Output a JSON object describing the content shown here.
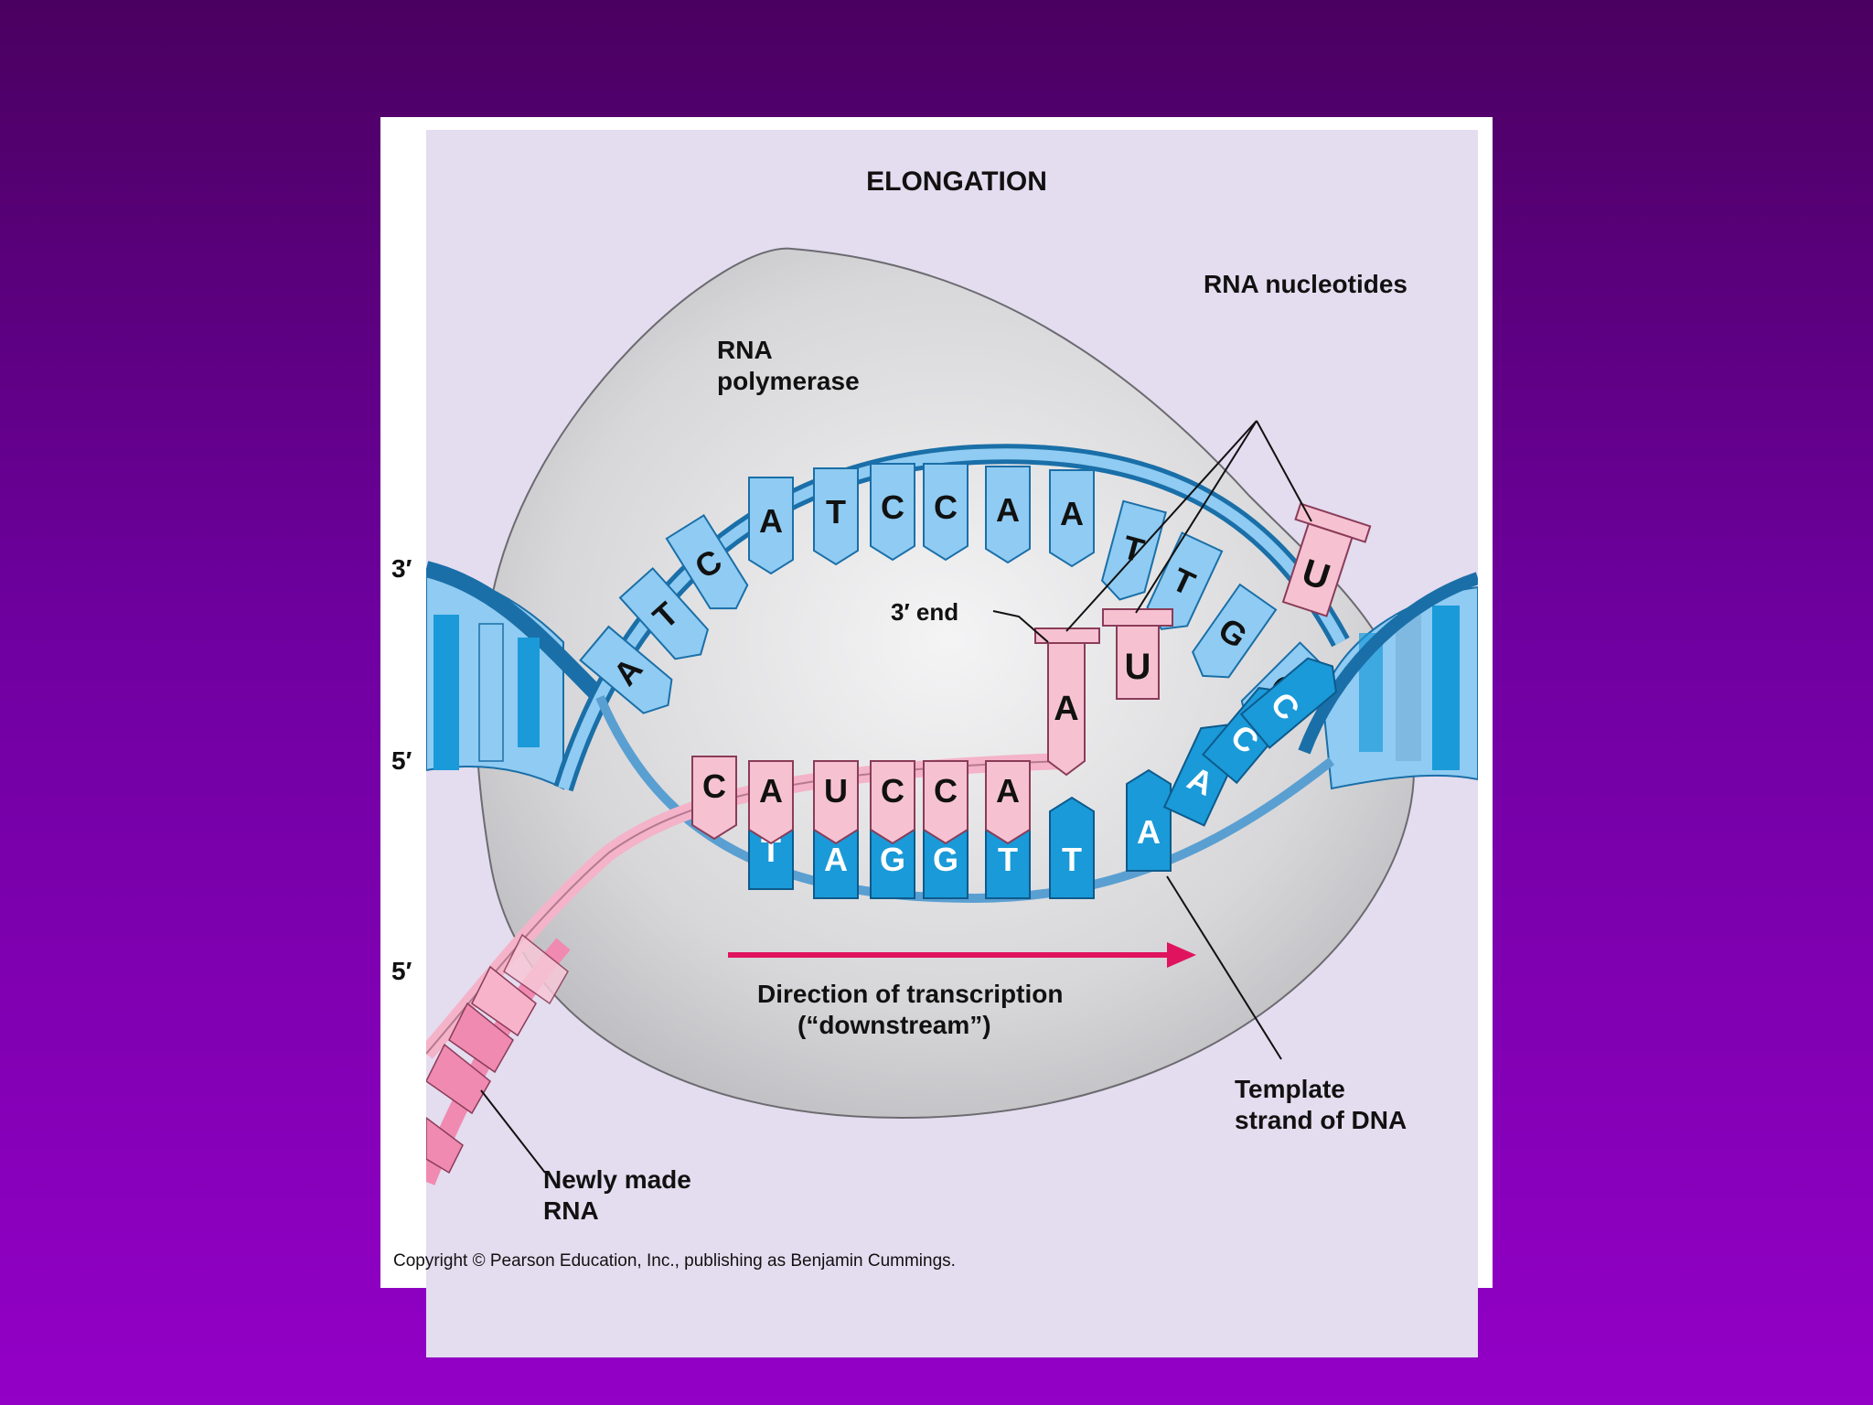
{
  "title": "ELONGATION",
  "labels": {
    "rna_polymerase_line1": "RNA",
    "rna_polymerase_line2": "polymerase",
    "rna_nucleotides": "RNA nucleotides",
    "three_prime_end": "3′ end",
    "template_line1": "Template",
    "template_line2": "strand of DNA",
    "direction_line1": "Direction of transcription",
    "direction_line2": "(“downstream”)",
    "newly_made_line1": "Newly made",
    "newly_made_line2": "RNA",
    "end_left_top": "3′",
    "end_left_mid": "5′",
    "end_left_bottom": "5′"
  },
  "coding_strand_bases": [
    "A",
    "T",
    "C",
    "A",
    "T",
    "C",
    "C",
    "A",
    "A",
    "T",
    "T",
    "G",
    "G"
  ],
  "rna_strand_bases": [
    "C",
    "A",
    "U",
    "C",
    "C",
    "A",
    "A"
  ],
  "template_strand_bases": [
    "T",
    "A",
    "G",
    "G",
    "T",
    "T",
    "A",
    "A",
    "C",
    "C"
  ],
  "incoming_nucleotides": [
    "U",
    "U"
  ],
  "colors": {
    "background_top": "#4a0060",
    "background_bottom": "#9300c6",
    "panel": "#e4dcef",
    "polymerase": "#d3d3d6",
    "dna_light_blue": "#8fcbf2",
    "dna_dark_blue": "#1a9ad8",
    "rna_pink": "#f6c2d2",
    "rna_dark_pink": "#f08ab0",
    "arrow": "#e0135e"
  },
  "copyright": "Copyright © Pearson Education, Inc., publishing as Benjamin Cummings."
}
